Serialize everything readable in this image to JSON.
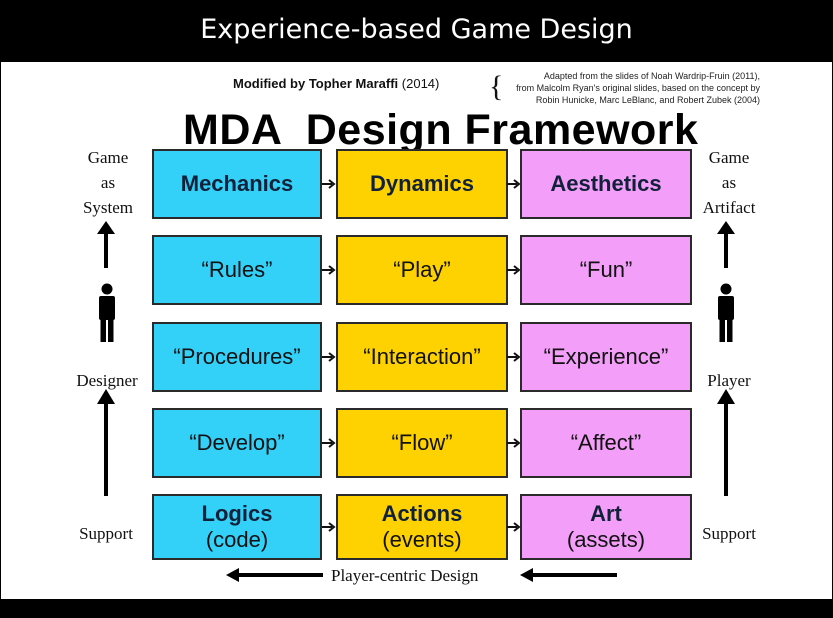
{
  "title": "Experience-based Game Design",
  "credit": {
    "author": "Modified by Topher Maraffi",
    "year": "(2014)"
  },
  "adapted": [
    "Adapted from the slides of Noah Wardrip-Fruin (2011),",
    "from Malcolm Ryan's original slides, based on the concept by",
    "Robin Hunicke, Marc LeBlanc, and Robert Zubek (2004)"
  ],
  "framework_title": "MDA  Design Framework",
  "rows": [
    {
      "cells": [
        {
          "line1": "Mechanics",
          "line2": ""
        },
        {
          "line1": "Dynamics",
          "line2": ""
        },
        {
          "line1": "Aesthetics",
          "line2": ""
        }
      ]
    },
    {
      "cells": [
        {
          "line1": "“Rules”",
          "line2": ""
        },
        {
          "line1": "“Play”",
          "line2": ""
        },
        {
          "line1": "“Fun”",
          "line2": ""
        }
      ]
    },
    {
      "cells": [
        {
          "line1": "“Procedures”",
          "line2": ""
        },
        {
          "line1": "“Interaction”",
          "line2": ""
        },
        {
          "line1": "“Experience”",
          "line2": ""
        }
      ]
    },
    {
      "cells": [
        {
          "line1": "“Develop”",
          "line2": ""
        },
        {
          "line1": "“Flow”",
          "line2": ""
        },
        {
          "line1": "“Affect”",
          "line2": ""
        }
      ]
    },
    {
      "cells": [
        {
          "line1": "Logics",
          "line2": "(code)"
        },
        {
          "line1": "Actions",
          "line2": "(events)"
        },
        {
          "line1": "Art",
          "line2": "(assets)"
        }
      ]
    }
  ],
  "left": {
    "top_lines": [
      "Game",
      "as",
      "System"
    ],
    "middle": "Designer",
    "bottom": "Support"
  },
  "right": {
    "top_lines": [
      "Game",
      "as",
      "Artifact"
    ],
    "middle": "Player",
    "bottom": "Support"
  },
  "bottom_label": "Player-centric Design",
  "colors": {
    "mechanics": "#33d0f8",
    "dynamics": "#fdd200",
    "aesthetics": "#f39ef8",
    "title_bar": "#000000",
    "title_text": "#ffffff"
  },
  "icons": [
    "person-icon",
    "up-arrow-icon",
    "left-arrow-icon",
    "right-arrow-icon"
  ]
}
